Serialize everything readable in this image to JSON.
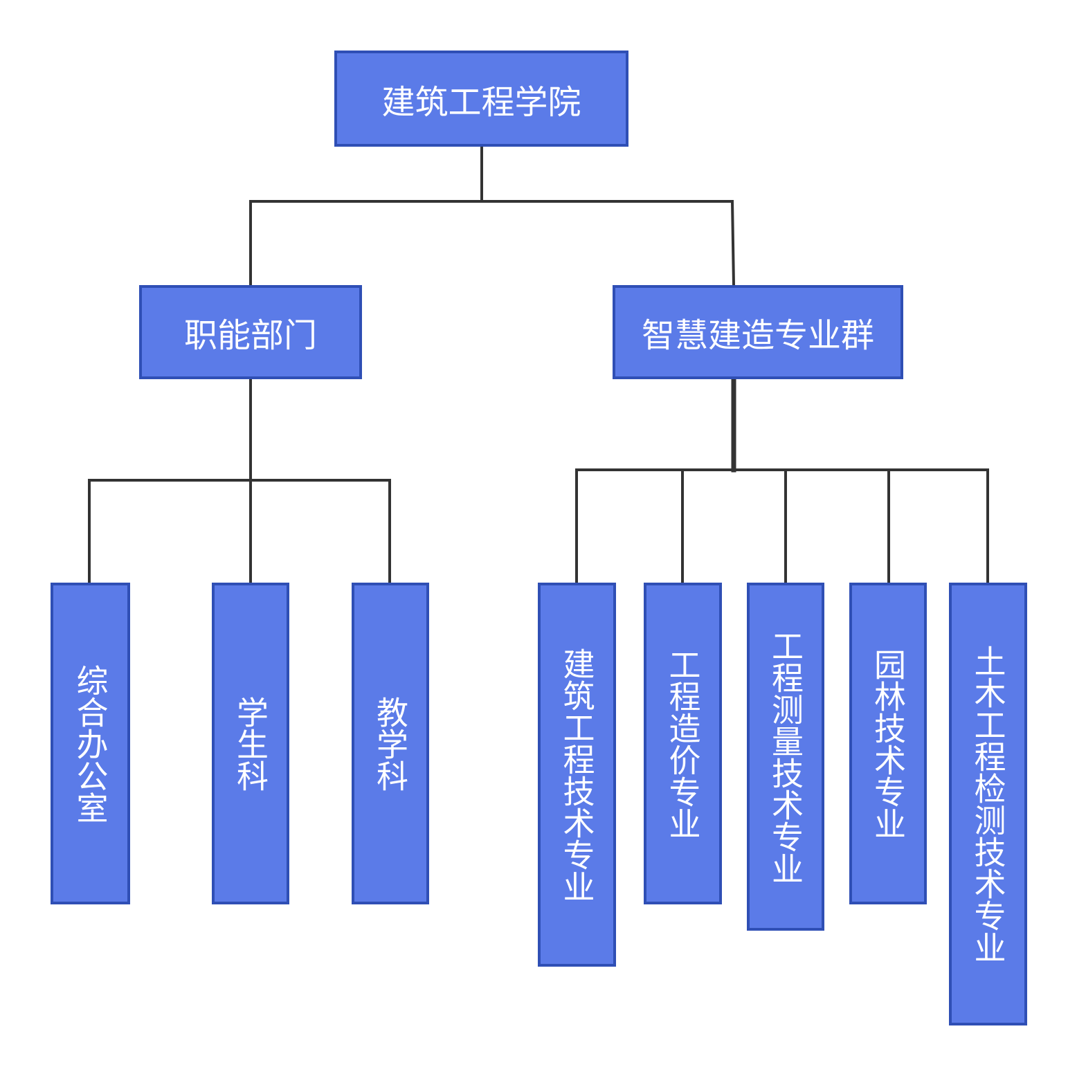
{
  "diagram": {
    "root": "建筑工程学院",
    "functional_dept": {
      "label": "职能部门",
      "children": [
        "综合办公室",
        "学生科",
        "教学科"
      ]
    },
    "smart_construction_group": {
      "label": "智慧建造专业群",
      "children": [
        "建筑工程技术专业",
        "工程造价专业",
        "工程测量技术专业",
        "园林技术专业",
        "土木工程检测技术专业"
      ]
    }
  },
  "colors": {
    "node_fill": "#5b7be8",
    "node_border": "#2f4fb5",
    "node_text": "#ffffff",
    "connector": "#333333"
  }
}
